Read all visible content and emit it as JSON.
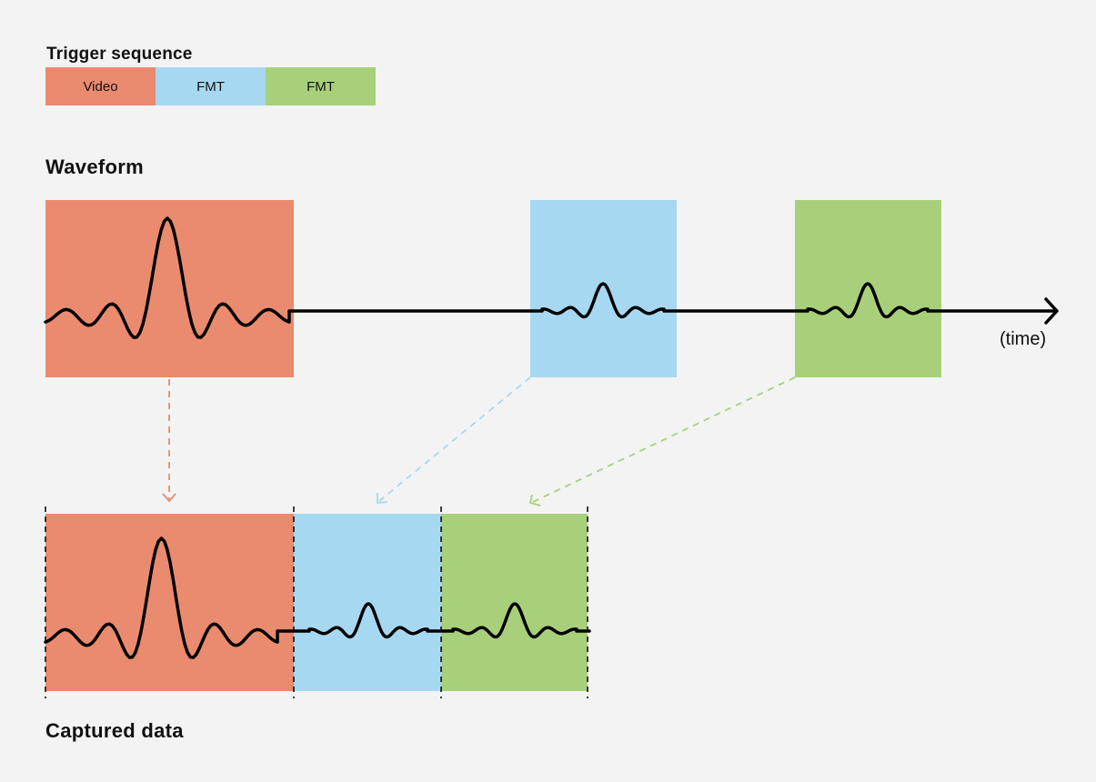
{
  "colors": {
    "video": "#ea8a6f",
    "fmt_blue": "#a7d8f1",
    "fmt_green": "#a8d07a",
    "line": "#000000",
    "background": "#f3f3f3"
  },
  "trigger_sequence": {
    "title": "Trigger sequence",
    "items": [
      {
        "label": "Video",
        "color": "#ea8a6f"
      },
      {
        "label": "FMT",
        "color": "#a7d8f1"
      },
      {
        "label": "FMT",
        "color": "#a8d07a"
      }
    ]
  },
  "waveform": {
    "title": "Waveform",
    "axis_label": "(time)"
  },
  "captured": {
    "title": "Captured data"
  }
}
